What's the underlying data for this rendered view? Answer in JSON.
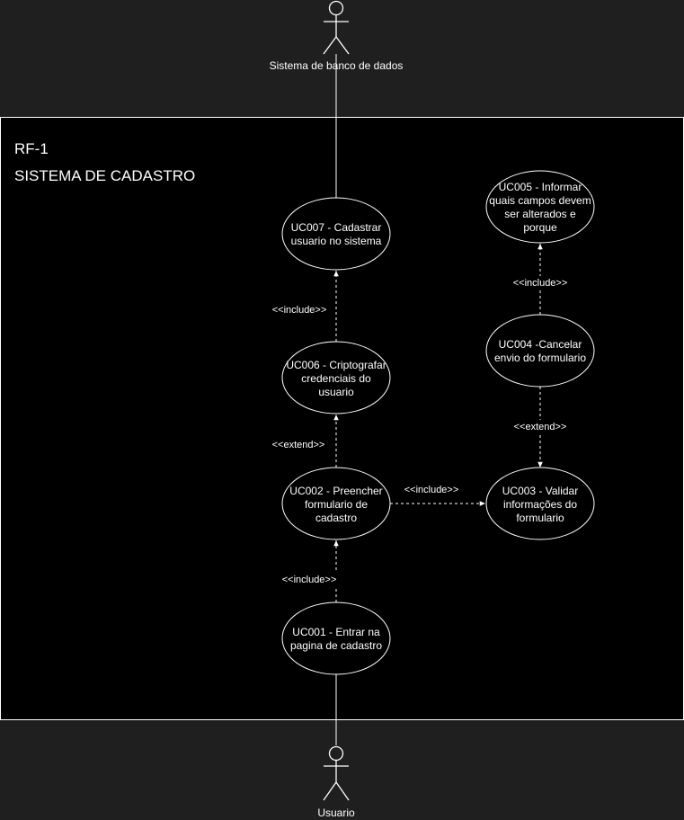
{
  "system": {
    "id": "RF-1",
    "title": "SISTEMA DE CADASTRO"
  },
  "actors": {
    "database": "Sistema de banco de dados",
    "user": "Usuario"
  },
  "use_cases": {
    "uc001": [
      "UC001 - Entrar na",
      "pagina de cadastro"
    ],
    "uc002": [
      "UC002 - Preencher",
      "formulario de",
      "cadastro"
    ],
    "uc003": [
      "UC003 - Validar",
      "informações do",
      "formulario"
    ],
    "uc004": [
      "UC004 -Cancelar",
      "envio do formulario"
    ],
    "uc005": [
      "UC005 - Informar",
      "quais campos devem",
      "ser alterados e",
      "porque"
    ],
    "uc006": [
      "UC006 - Criptografar",
      "credenciais do",
      "usuario"
    ],
    "uc007": [
      "UC007 - Cadastrar",
      "usuario no sistema"
    ]
  },
  "relations": {
    "uc001_uc002": "<<include>>",
    "uc002_uc006": "<<extend>>",
    "uc006_uc007": "<<include>>",
    "uc002_uc003": "<<include>>",
    "uc004_uc003": "<<extend>>",
    "uc004_uc005": "<<include>>"
  },
  "colors": {
    "background": "#1f1f1f",
    "system_fill": "#000000",
    "stroke": "#ffffff"
  }
}
